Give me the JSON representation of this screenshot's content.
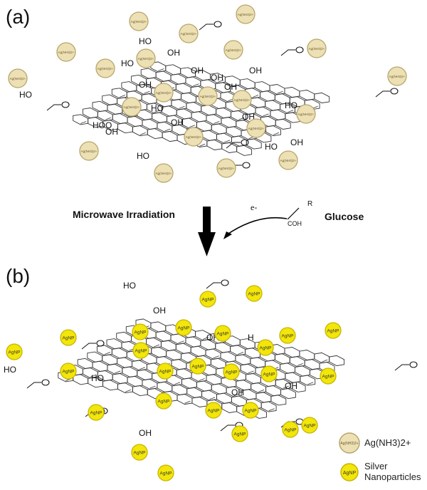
{
  "panels": {
    "a_label": "(a)",
    "b_label": "(b)"
  },
  "reaction": {
    "condition": "Microwave Irradiation",
    "electron": "e-",
    "glucose_group": "COH",
    "glucose_r": "R",
    "glucose_label": "Glucose"
  },
  "groups": {
    "hydroxyl": "OH",
    "carboxyl": "HO",
    "carboxyl_acid": "HOOC"
  },
  "particles": {
    "ion_label": "Ag(NH3)2+",
    "agnp_label": "AgNP"
  },
  "legend": {
    "ion_text": "Ag(NH3)2+",
    "agnp_text_line1": "Silver",
    "agnp_text_line2": "Nanoparticles"
  },
  "colors": {
    "ion_fill": "#ece0b4",
    "ion_stroke": "#b8a56a",
    "agnp_fill": "#f2e60a",
    "agnp_stroke": "#c9b400",
    "lattice": "#333333",
    "arrow": "#000000"
  }
}
